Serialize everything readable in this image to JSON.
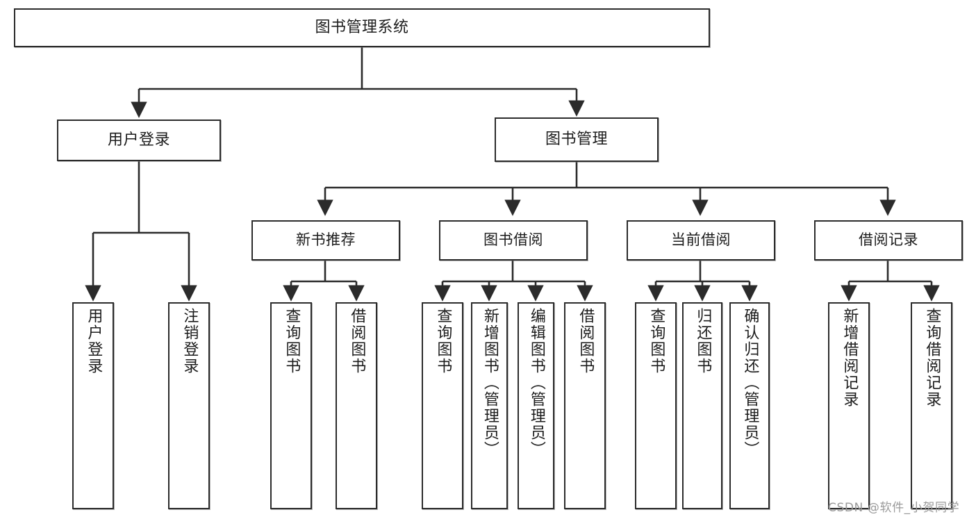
{
  "diagram": {
    "title": "图书管理系统",
    "type": "tree-hierarchy-chart",
    "watermark": "CSDN @软件_小贺同学",
    "colors": {
      "stroke": "#2b2b2b",
      "fill": "#ffffff",
      "text": "#1c1c1c",
      "watermark": "#9a9a9a"
    },
    "nodes": {
      "root": {
        "label": "图书管理系统"
      },
      "level2": [
        {
          "label": "用户登录"
        },
        {
          "label": "图书管理"
        }
      ],
      "level3": [
        {
          "label": "新书推荐"
        },
        {
          "label": "图书借阅"
        },
        {
          "label": "当前借阅"
        },
        {
          "label": "借阅记录"
        }
      ],
      "leaves": {
        "user_login": [
          {
            "label": "用户登录"
          },
          {
            "label": "注销登录"
          }
        ],
        "new_book_recommend": [
          {
            "label": "查询图书"
          },
          {
            "label": "借阅图书"
          }
        ],
        "book_borrow": [
          {
            "label": "查询图书"
          },
          {
            "label": "新增图书（管理员）"
          },
          {
            "label": "编辑图书（管理员）"
          },
          {
            "label": "借阅图书"
          }
        ],
        "current_borrow": [
          {
            "label": "查询图书"
          },
          {
            "label": "归还图书"
          },
          {
            "label": "确认归还（管理员）"
          }
        ],
        "borrow_record": [
          {
            "label": "新增借阅记录"
          },
          {
            "label": "查询借阅记录"
          }
        ]
      }
    }
  },
  "chart_data": {
    "type": "table",
    "title": "图书管理系统",
    "tree": [
      {
        "name": "图书管理系统",
        "children": [
          {
            "name": "用户登录",
            "children": [
              {
                "name": "用户登录"
              },
              {
                "name": "注销登录"
              }
            ]
          },
          {
            "name": "图书管理",
            "children": [
              {
                "name": "新书推荐",
                "children": [
                  {
                    "name": "查询图书"
                  },
                  {
                    "name": "借阅图书"
                  }
                ]
              },
              {
                "name": "图书借阅",
                "children": [
                  {
                    "name": "查询图书"
                  },
                  {
                    "name": "新增图书（管理员）"
                  },
                  {
                    "name": "编辑图书（管理员）"
                  },
                  {
                    "name": "借阅图书"
                  }
                ]
              },
              {
                "name": "当前借阅",
                "children": [
                  {
                    "name": "查询图书"
                  },
                  {
                    "name": "归还图书"
                  },
                  {
                    "name": "确认归还（管理员）"
                  }
                ]
              },
              {
                "name": "借阅记录",
                "children": [
                  {
                    "name": "新增借阅记录"
                  },
                  {
                    "name": "查询借阅记录"
                  }
                ]
              }
            ]
          }
        ]
      }
    ]
  }
}
